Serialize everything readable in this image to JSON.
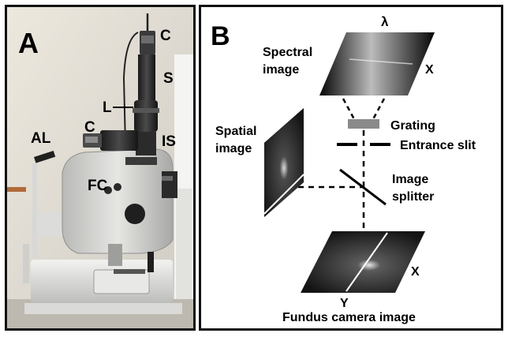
{
  "figure": {
    "panel_a": {
      "letter": "A",
      "labels": {
        "camera_top": "C",
        "spectrograph": "S",
        "lens": "L",
        "camera_side": "C",
        "image_splitter": "IS",
        "alignment": "AL",
        "fundus_camera": "FC"
      }
    },
    "panel_b": {
      "letter": "B",
      "spectral_image": {
        "line1": "Spectral",
        "line2": "image",
        "lambda": "λ",
        "x": "X"
      },
      "spatial_image": {
        "line1": "Spatial",
        "line2": "image"
      },
      "grating": "Grating",
      "entrance_slit": "Entrance slit",
      "image_splitter": {
        "line1": "Image",
        "line2": "splitter"
      },
      "fundus_image": {
        "x": "X",
        "y": "Y",
        "caption": "Fundus camera image"
      }
    },
    "colors": {
      "border": "#111111",
      "grating": "#8a8a8a"
    }
  }
}
